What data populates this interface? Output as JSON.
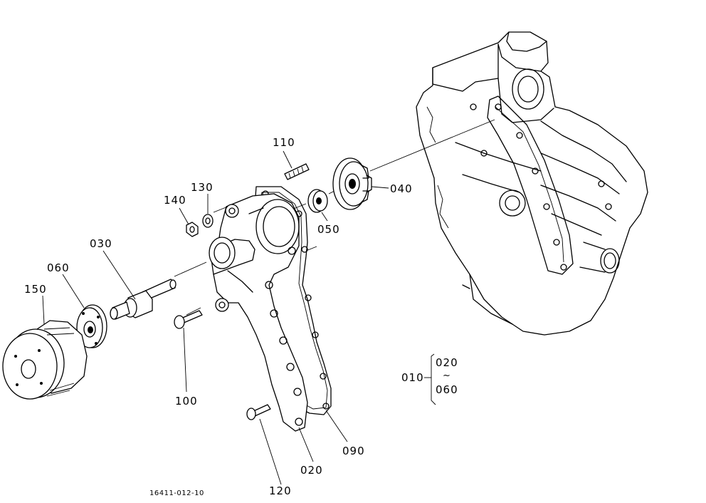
{
  "diagram": {
    "drawing_code": "16411-012-10",
    "parts": {
      "p010": "010",
      "p020": "020",
      "p030": "030",
      "p040": "040",
      "p050": "050",
      "p060": "060",
      "p090": "090",
      "p100": "100",
      "p110": "110",
      "p120": "120",
      "p130": "130",
      "p140": "140",
      "p150": "150"
    },
    "group": {
      "label": "010",
      "range_start": "020",
      "range_sep": "~",
      "range_end": "060"
    }
  }
}
